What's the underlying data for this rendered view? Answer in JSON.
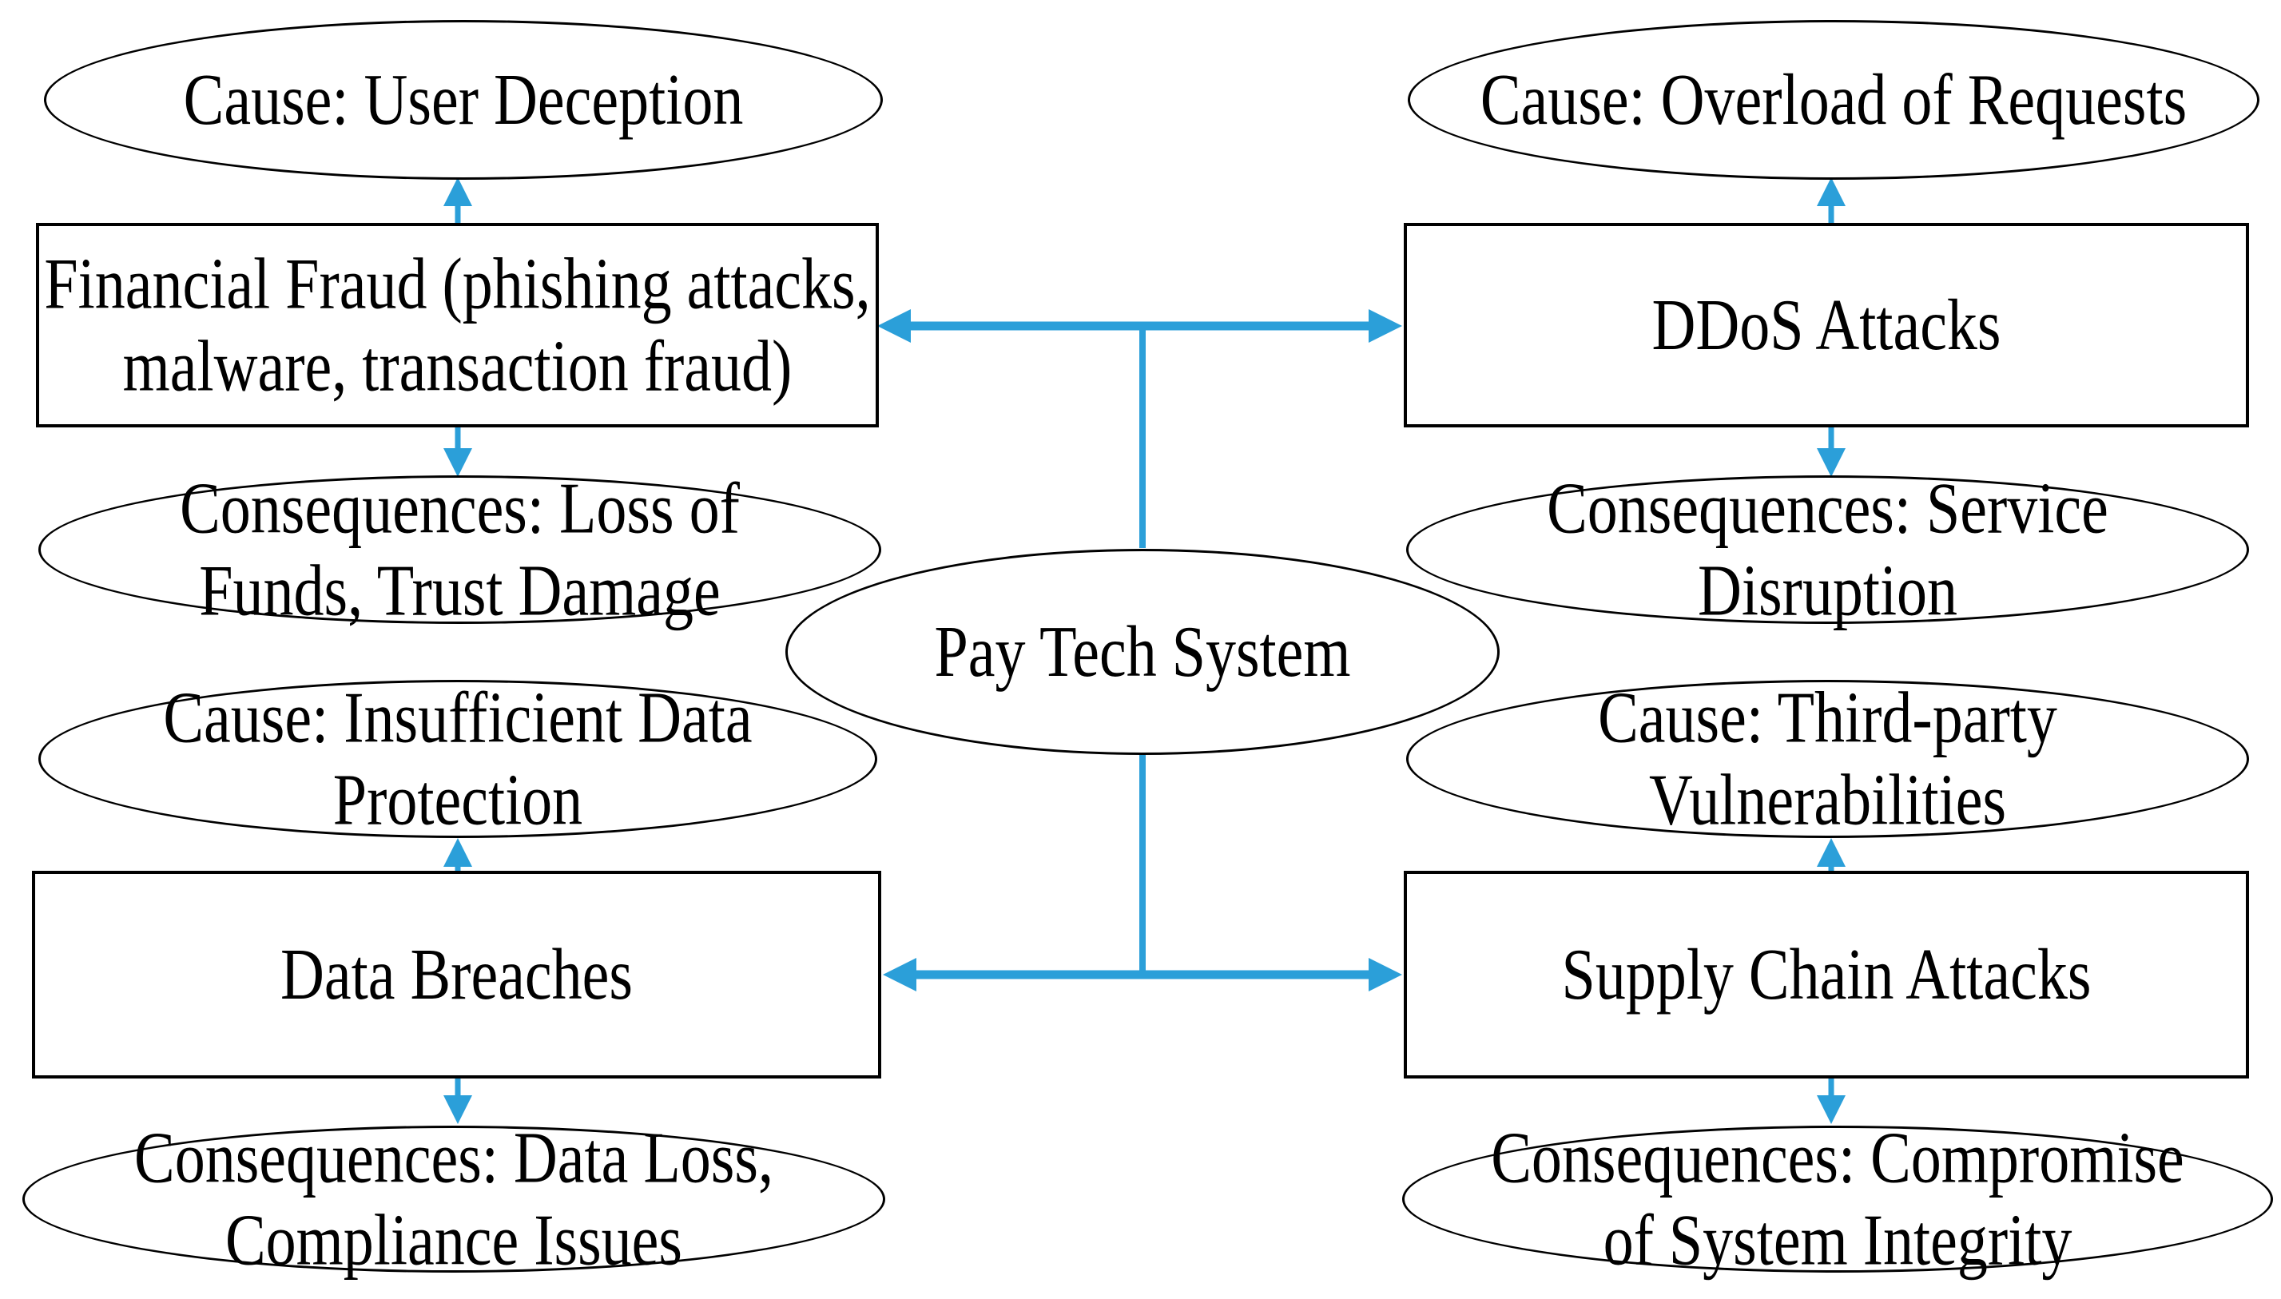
{
  "diagram": {
    "center": {
      "label": "Pay Tech System"
    },
    "quadrants": [
      {
        "id": "financial-fraud",
        "cause": {
          "lines": [
            "Cause: User Deception"
          ]
        },
        "threat": {
          "lines": [
            "Financial Fraud (phishing attacks,",
            "malware, transaction fraud)"
          ]
        },
        "consequences": {
          "lines": [
            "Consequences: Loss of",
            "Funds, Trust Damage"
          ]
        }
      },
      {
        "id": "ddos-attacks",
        "cause": {
          "lines": [
            "Cause: Overload of Requests"
          ]
        },
        "threat": {
          "lines": [
            "DDoS Attacks"
          ]
        },
        "consequences": {
          "lines": [
            "Consequences: Service",
            "Disruption"
          ]
        }
      },
      {
        "id": "data-breaches",
        "cause": {
          "lines": [
            "Cause: Insufficient Data",
            "Protection"
          ]
        },
        "threat": {
          "lines": [
            "Data Breaches"
          ]
        },
        "consequences": {
          "lines": [
            "Consequences: Data Loss,",
            "Compliance Issues"
          ]
        }
      },
      {
        "id": "supply-chain-attacks",
        "cause": {
          "lines": [
            "Cause: Third-party",
            "Vulnerabilities"
          ]
        },
        "threat": {
          "lines": [
            "Supply Chain Attacks"
          ]
        },
        "consequences": {
          "lines": [
            "Consequences: Compromise",
            "of System Integrity"
          ]
        }
      }
    ],
    "colors": {
      "connector_blue": "#2B9FD9",
      "shape_outline": "#000000",
      "shape_fill": "#FFFFFF",
      "text": "#000000",
      "background": "#FFFFFF"
    }
  }
}
